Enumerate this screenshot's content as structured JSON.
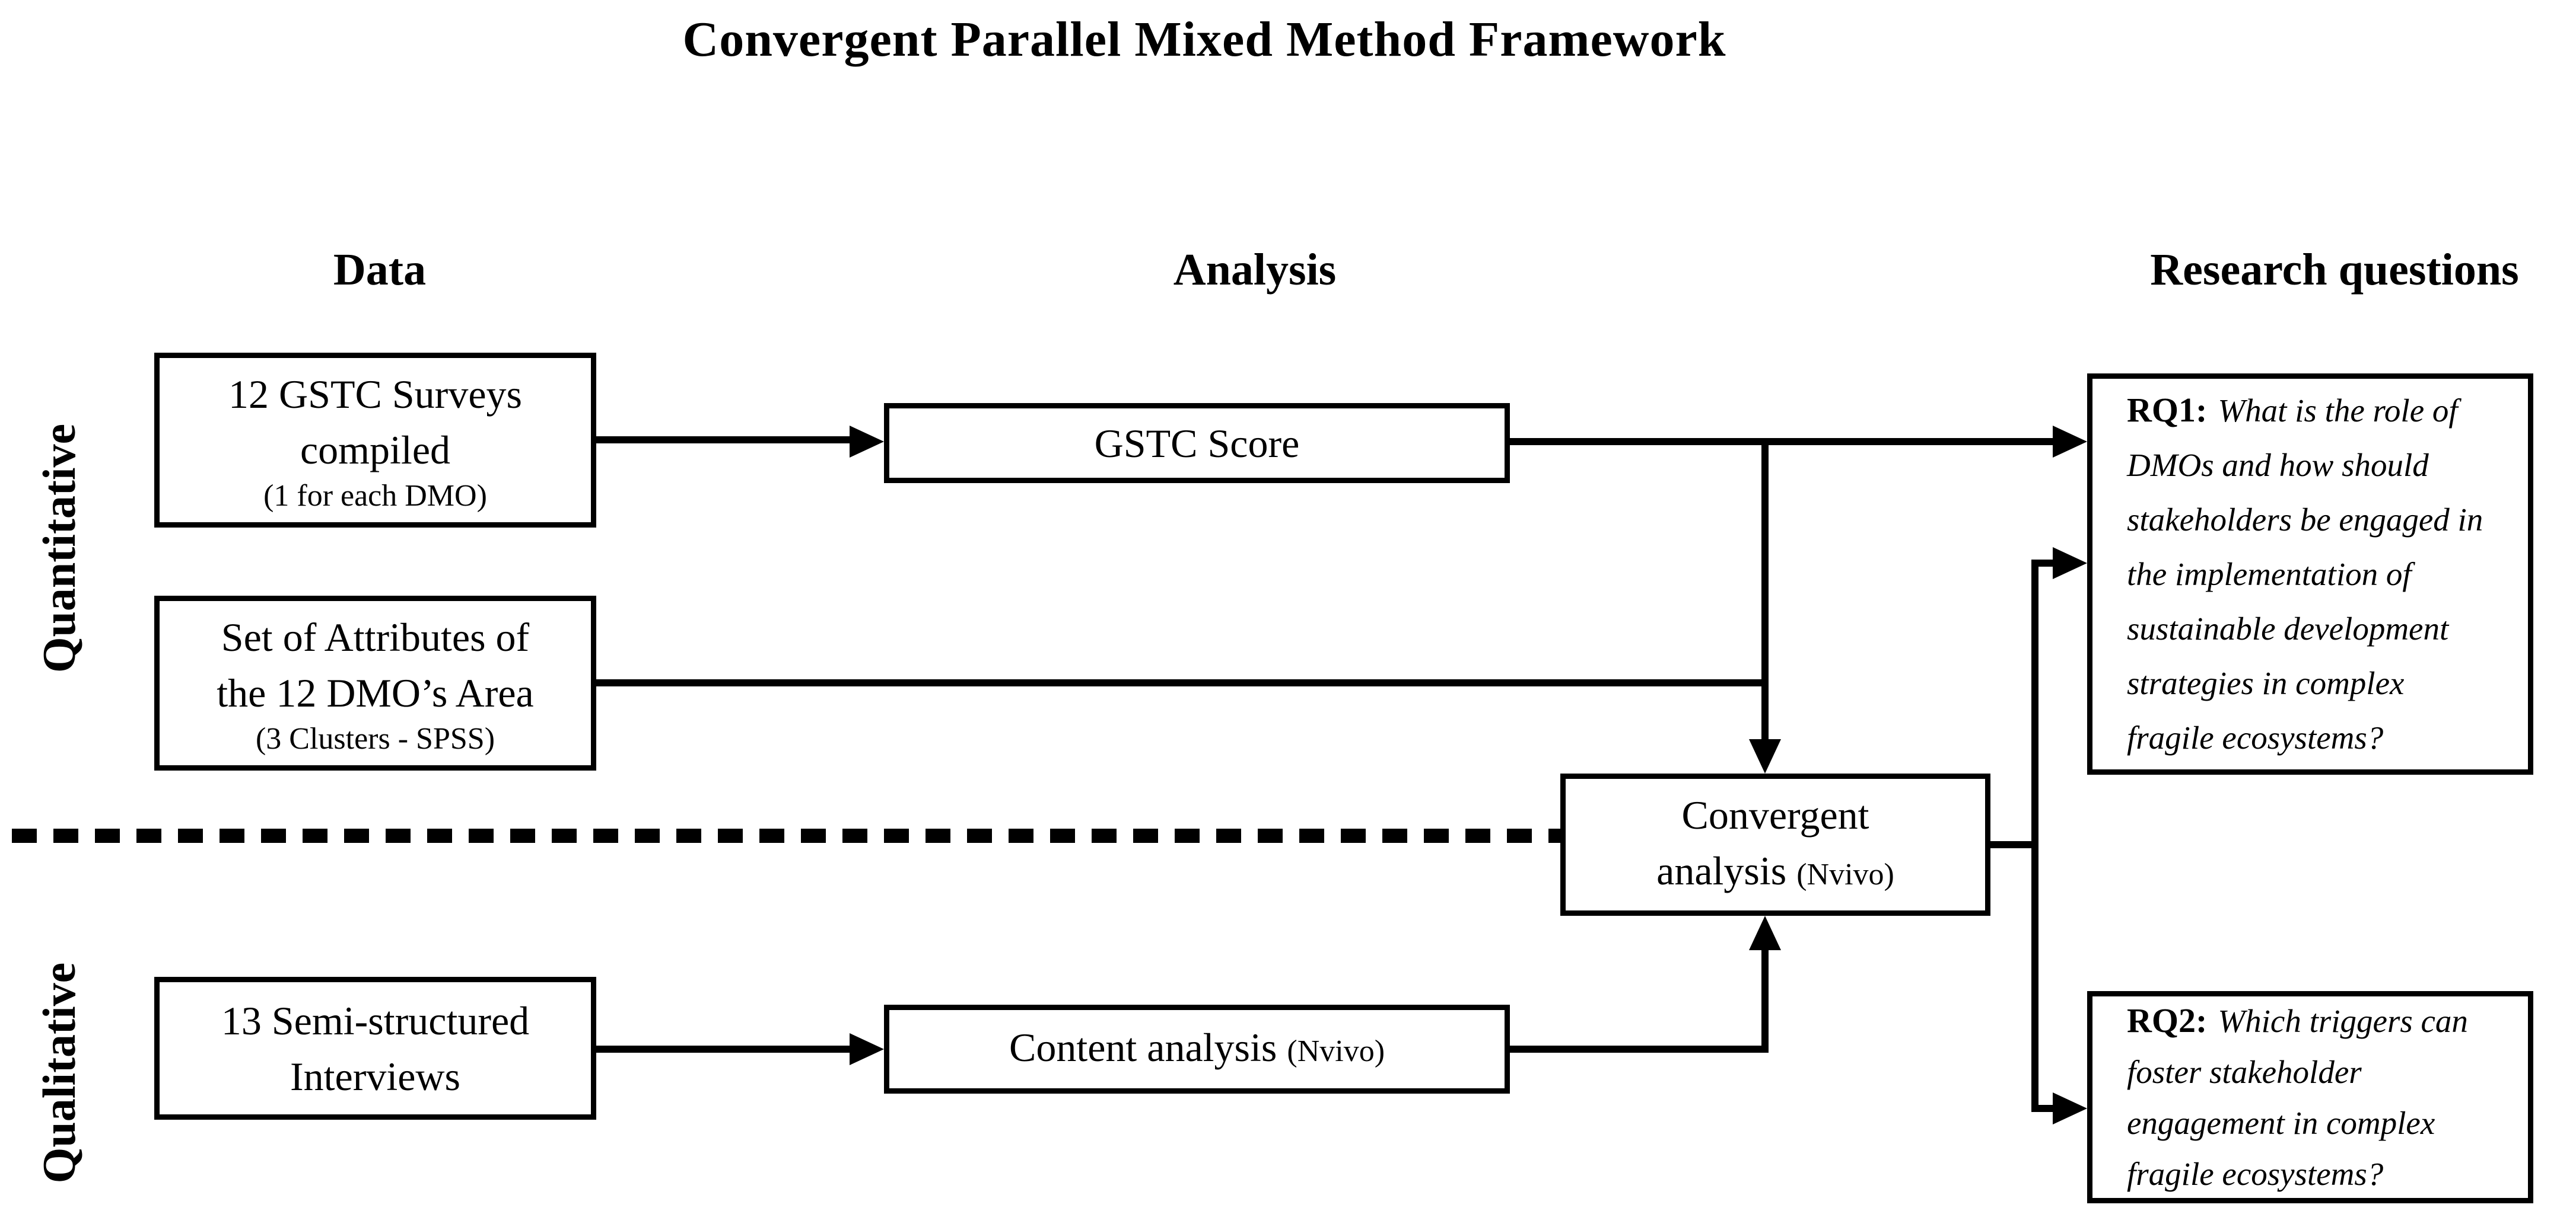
{
  "title": "Convergent Parallel Mixed Method Framework",
  "columns": {
    "data": "Data",
    "analysis": "Analysis",
    "research_questions": "Research questions"
  },
  "row_labels": {
    "quantitative": "Quantitative",
    "qualitative": "Qualitative"
  },
  "boxes": {
    "surveys": {
      "line1": "12 GSTC Surveys",
      "line2": "compiled",
      "note": "(1 for each DMO)"
    },
    "attributes": {
      "line1": "Set of Attributes of",
      "line2": "the 12 DMO’s Area",
      "note": "(3 Clusters - SPSS)"
    },
    "gstc_score": {
      "label": "GSTC Score"
    },
    "interviews": {
      "line1": "13 Semi-structured",
      "line2": "Interviews"
    },
    "content_analysis": {
      "label": "Content analysis",
      "note": "(Nvivo)"
    },
    "convergent": {
      "line1": "Convergent",
      "line2": "analysis",
      "note": "(Nvivo)"
    },
    "rq1": {
      "label": "RQ1:",
      "lines": [
        "What is the role of",
        "DMOs and how should",
        "stakeholders be engaged in",
        "the implementation of",
        "sustainable development",
        "strategies in complex",
        "fragile ecosystems?"
      ]
    },
    "rq2": {
      "label": "RQ2:",
      "lines": [
        "Which triggers can",
        "foster stakeholder",
        "engagement in complex",
        "fragile ecosystems?"
      ]
    }
  },
  "colors": {
    "ink": "#000000",
    "background": "#ffffff"
  }
}
